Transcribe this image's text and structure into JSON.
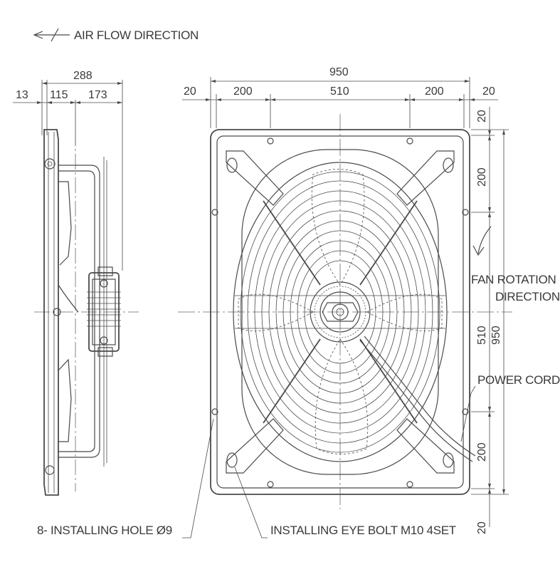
{
  "labels": {
    "air_flow": "AIR FLOW DIRECTION",
    "fan_rotation_1": "FAN ROTATION",
    "fan_rotation_2": "DIRECTION",
    "power_cord": "POWER CORD",
    "installing_hole": "8- INSTALLING HOLE Ø9",
    "eye_bolt": "INSTALLING EYE BOLT M10 4SET"
  },
  "side_dims": {
    "overall": "288",
    "left": "13",
    "mid": "115",
    "right": "173"
  },
  "front_top_dims": {
    "overall": "950",
    "edge_left": "20",
    "seg_left": "200",
    "seg_mid": "510",
    "seg_right": "200",
    "edge_right": "20"
  },
  "front_right_dims": {
    "top": "20",
    "upper": "200",
    "mid": "510",
    "overall": "950",
    "lower": "200",
    "bottom": "20"
  }
}
